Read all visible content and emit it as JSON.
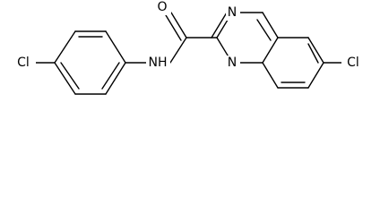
{
  "molecule": {
    "atoms": {
      "cl_left": "Cl",
      "n_amide": "NH",
      "o_carbonyl": "O",
      "n_ring_top": "N",
      "n_ring_bottom": "N",
      "cl_right": "Cl"
    }
  }
}
